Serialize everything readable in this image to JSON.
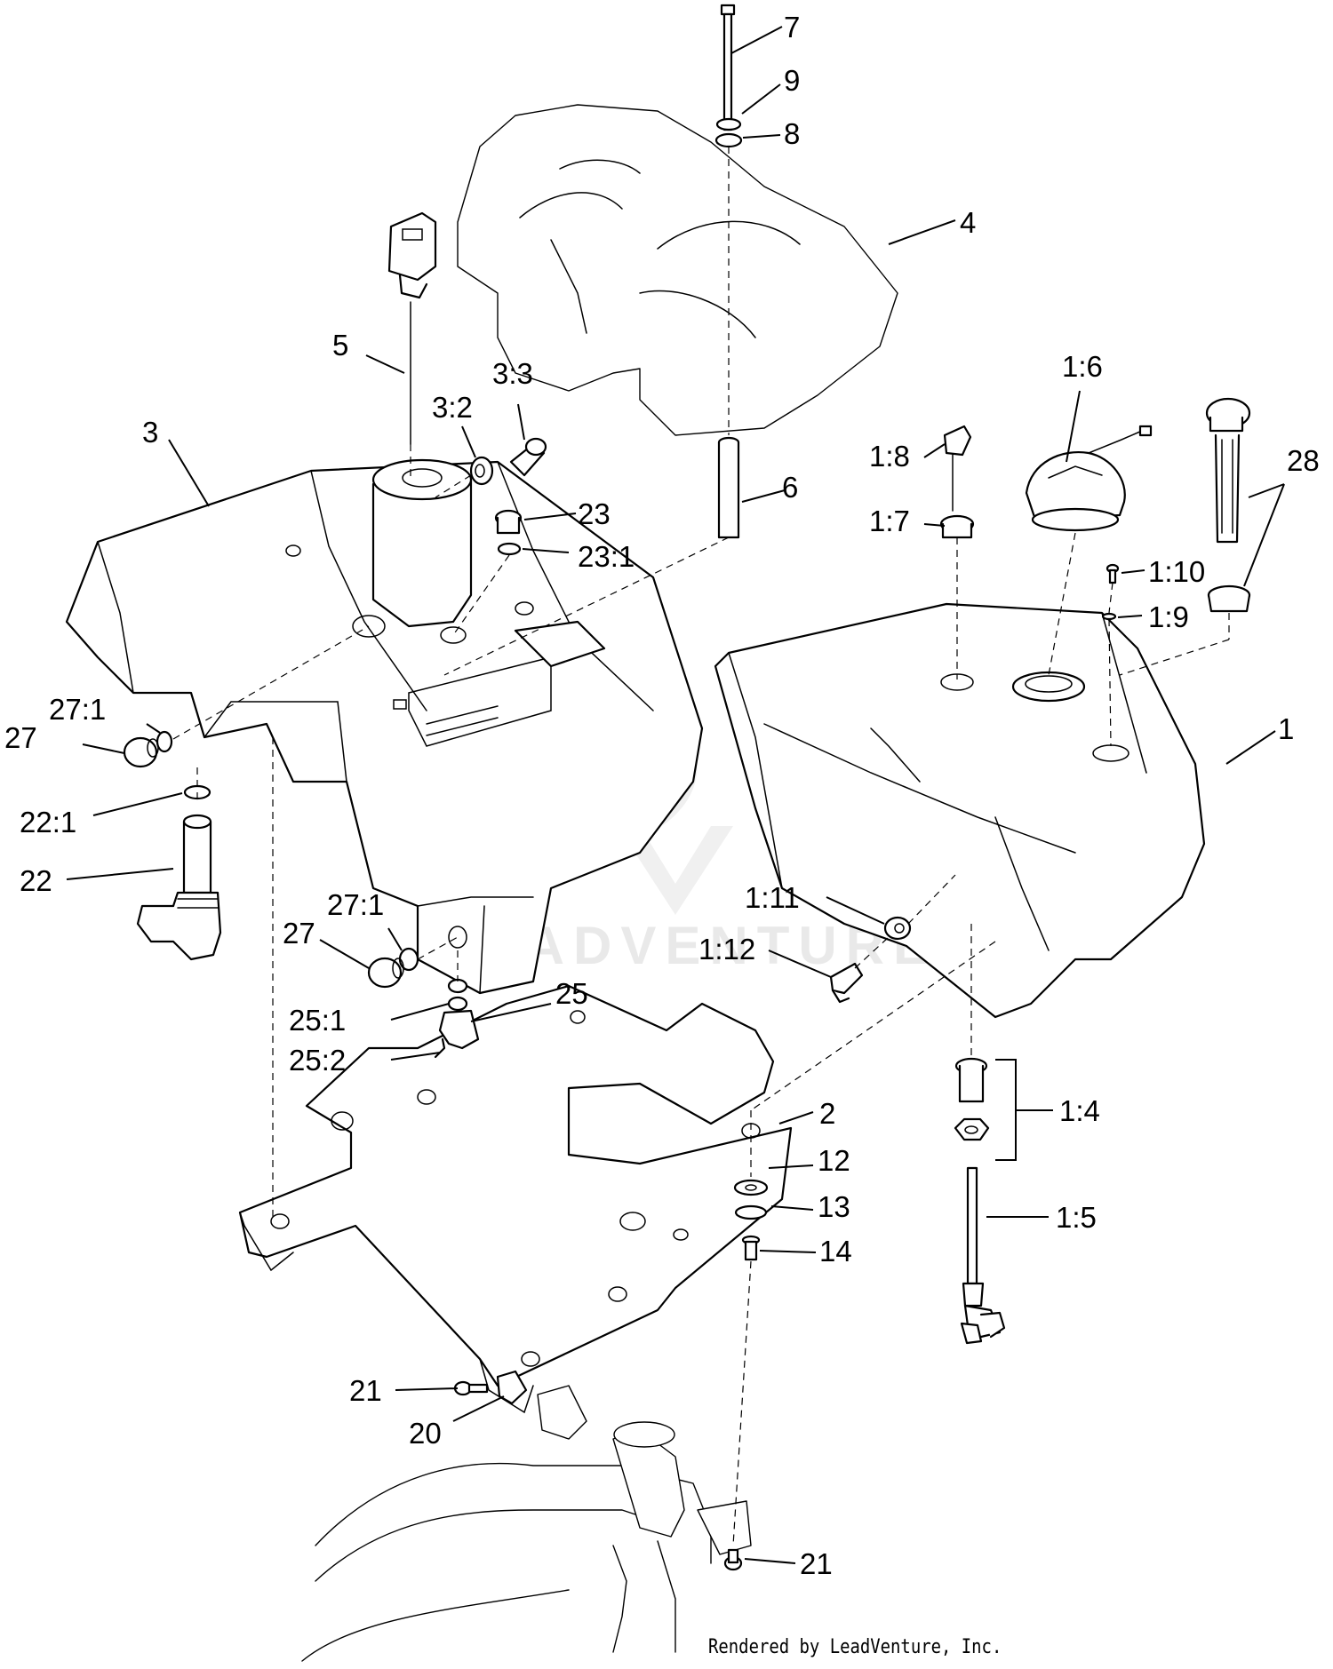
{
  "callouts": [
    {
      "id": "7",
      "label": "7"
    },
    {
      "id": "9",
      "label": "9"
    },
    {
      "id": "8",
      "label": "8"
    },
    {
      "id": "4",
      "label": "4"
    },
    {
      "id": "5",
      "label": "5"
    },
    {
      "id": "3_3",
      "label": "3:3"
    },
    {
      "id": "3_2",
      "label": "3:2"
    },
    {
      "id": "3",
      "label": "3"
    },
    {
      "id": "1_6",
      "label": "1:6"
    },
    {
      "id": "28",
      "label": "28"
    },
    {
      "id": "1_8",
      "label": "1:8"
    },
    {
      "id": "6",
      "label": "6"
    },
    {
      "id": "23",
      "label": "23"
    },
    {
      "id": "1_7",
      "label": "1:7"
    },
    {
      "id": "23_1",
      "label": "23:1"
    },
    {
      "id": "1_10",
      "label": "1:10"
    },
    {
      "id": "1_9",
      "label": "1:9"
    },
    {
      "id": "27_1_upper",
      "label": "27:1"
    },
    {
      "id": "1",
      "label": "1"
    },
    {
      "id": "27_upper",
      "label": "27"
    },
    {
      "id": "22_1",
      "label": "22:1"
    },
    {
      "id": "22",
      "label": "22"
    },
    {
      "id": "1_11",
      "label": "1:11"
    },
    {
      "id": "27_1_lower",
      "label": "27:1"
    },
    {
      "id": "27_lower",
      "label": "27"
    },
    {
      "id": "1_12",
      "label": "1:12"
    },
    {
      "id": "25",
      "label": "25"
    },
    {
      "id": "25_1",
      "label": "25:1"
    },
    {
      "id": "25_2",
      "label": "25:2"
    },
    {
      "id": "1_4",
      "label": "1:4"
    },
    {
      "id": "2",
      "label": "2"
    },
    {
      "id": "12",
      "label": "12"
    },
    {
      "id": "13",
      "label": "13"
    },
    {
      "id": "1_5",
      "label": "1:5"
    },
    {
      "id": "14",
      "label": "14"
    },
    {
      "id": "21_upper",
      "label": "21"
    },
    {
      "id": "20",
      "label": "20"
    },
    {
      "id": "21_lower",
      "label": "21"
    }
  ],
  "watermark": "LEADVENTURE",
  "credit": "Rendered by LeadVenture, Inc."
}
